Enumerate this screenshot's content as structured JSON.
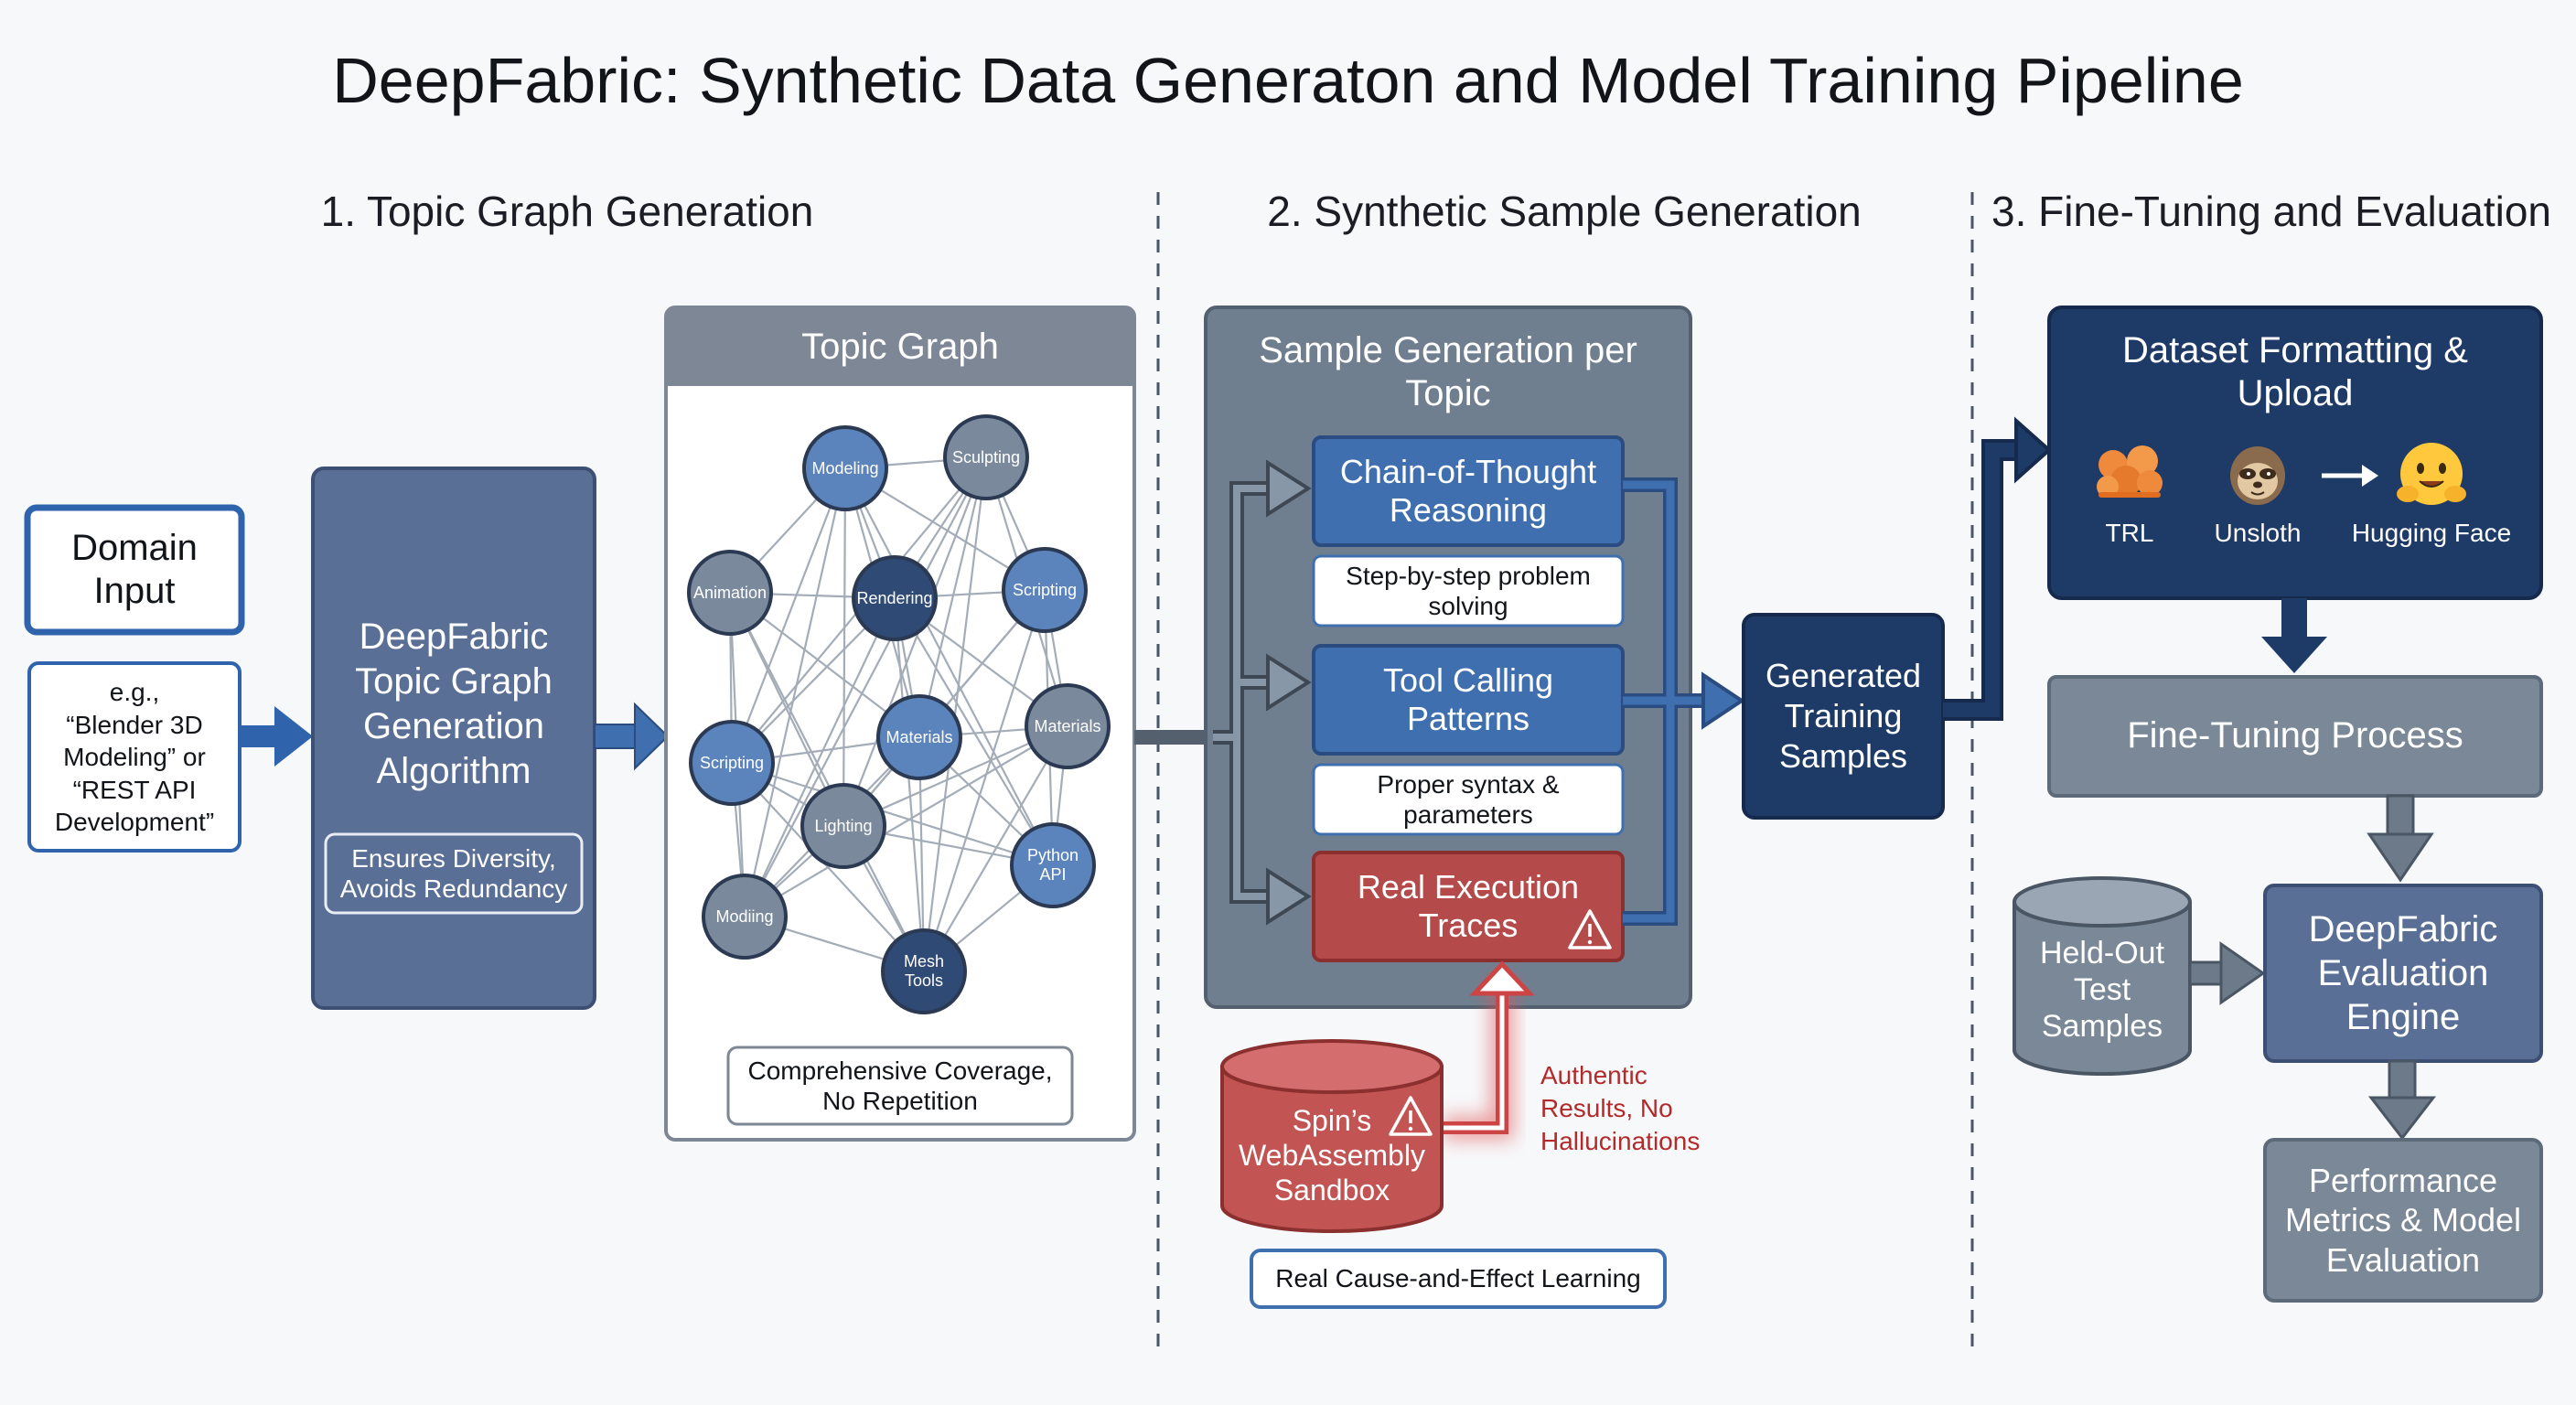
{
  "title": "DeepFabric: Synthetic Data Generaton and Model Training Pipeline",
  "sections": {
    "s1": "1. Topic Graph Generation",
    "s2": "2. Synthetic Sample Generation",
    "s3": "3. Fine-Tuning and Evaluation"
  },
  "stage1": {
    "domain_input": "Domain\nInput",
    "example": "e.g.,\n“Blender 3D\nModeling” or\n“REST API\nDevelopment”",
    "algorithm": "DeepFabric\nTopic Graph\nGeneration\nAlgorithm",
    "algorithm_note": "Ensures Diversity,\nAvoids Redundancy",
    "graph_title": "Topic Graph",
    "graph_nodes": [
      {
        "label": "Modeling",
        "color": "#5b84bd"
      },
      {
        "label": "Sculpting",
        "color": "#7a8a9c"
      },
      {
        "label": "Animation",
        "color": "#7a8a9c"
      },
      {
        "label": "Rendering",
        "color": "#2f4a74"
      },
      {
        "label": "Scripting",
        "color": "#5b84bd"
      },
      {
        "label": "Scripting",
        "color": "#5b84bd"
      },
      {
        "label": "Materials",
        "color": "#5b84bd"
      },
      {
        "label": "Materials",
        "color": "#7a8a9c"
      },
      {
        "label": "Lighting",
        "color": "#7a8a9c"
      },
      {
        "label": "Python\nAPI",
        "color": "#5b84bd"
      },
      {
        "label": "Modiing",
        "color": "#7a8a9c"
      },
      {
        "label": "Mesh\nTools",
        "color": "#2f4a74"
      }
    ],
    "graph_note": "Comprehensive Coverage,\nNo Repetition"
  },
  "stage2": {
    "panel_title": "Sample Generation per\nTopic",
    "cot": "Chain-of-Thought\nReasoning",
    "cot_note": "Step-by-step problem\nsolving",
    "tool": "Tool Calling\nPatterns",
    "tool_note": "Proper syntax &\nparameters",
    "real": "Real Execution\nTraces",
    "sandbox": "Spin’s\nWebAssembly\nSandbox",
    "authentic": "Authentic\nResults, No\nHallucinations",
    "cause": "Real Cause-and-Effect Learning",
    "generated": "Generated\nTraining\nSamples"
  },
  "stage3": {
    "dataset": "Dataset Formatting &\nUpload",
    "tools": [
      "TRL",
      "Unsloth",
      "Hugging Face"
    ],
    "finetune": "Fine-Tuning Process",
    "heldout": "Held-Out\nTest\nSamples",
    "engine": "DeepFabric\nEvaluation\nEngine",
    "metrics": "Performance\nMetrics & Model\nEvaluation"
  },
  "colors": {
    "slate_blue": "#5a6f96",
    "gray_panel": "#6f7f90",
    "blue_box": "#3f6fae",
    "navy": "#1e3a66",
    "red_box": "#b44a4a",
    "red_text": "#b22a2a",
    "arrow_blue": "#2f64ad"
  },
  "icons": {
    "warning": "warning-icon",
    "trl": "trl-icon",
    "unsloth": "unsloth-sloth-icon",
    "huggingface": "hugging-face-icon"
  }
}
